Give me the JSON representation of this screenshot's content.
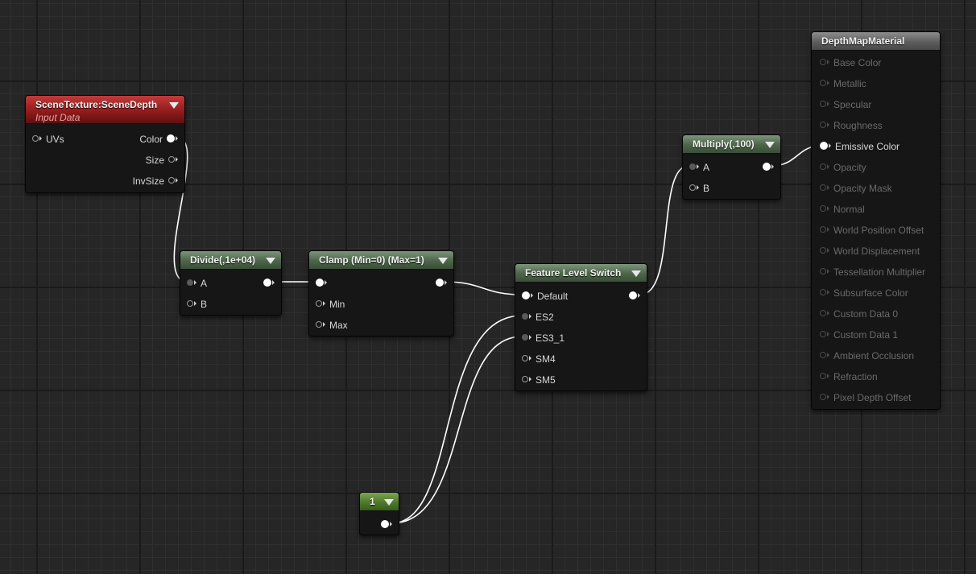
{
  "nodes": {
    "scene_texture": {
      "title": "SceneTexture:SceneDepth",
      "subtitle": "Input Data",
      "inputs": [
        "UVs"
      ],
      "outputs": [
        "Color",
        "Size",
        "InvSize"
      ]
    },
    "divide": {
      "title": "Divide(,1e+04)",
      "inputs": [
        "A",
        "B"
      ]
    },
    "clamp": {
      "title": "Clamp (Min=0) (Max=1)",
      "inputs": [
        "Min",
        "Max"
      ]
    },
    "feature_level_switch": {
      "title": "Feature Level Switch",
      "inputs": [
        "Default",
        "ES2",
        "ES3_1",
        "SM4",
        "SM5"
      ]
    },
    "multiply": {
      "title": "Multiply(,100)",
      "inputs": [
        "A",
        "B"
      ]
    },
    "constant": {
      "title": "1"
    },
    "material": {
      "title": "DepthMapMaterial",
      "inputs": [
        "Base Color",
        "Metallic",
        "Specular",
        "Roughness",
        "Emissive Color",
        "Opacity",
        "Opacity Mask",
        "Normal",
        "World Position Offset",
        "World Displacement",
        "Tessellation Multiplier",
        "Subsurface Color",
        "Custom Data 0",
        "Custom Data 1",
        "Ambient Occlusion",
        "Refraction",
        "Pixel Depth Offset"
      ],
      "active_input": "Emissive Color"
    }
  },
  "colors": {
    "graph_background": "#262626",
    "wire": "#ffffff",
    "header_function": "#4c6549",
    "header_texture": "#8f1a1a",
    "header_material": "#5e5e5e",
    "header_constant": "#4d7a2a",
    "subtitle": "#e6a3a3",
    "disabled_pin_text": "#6a6a6a"
  }
}
